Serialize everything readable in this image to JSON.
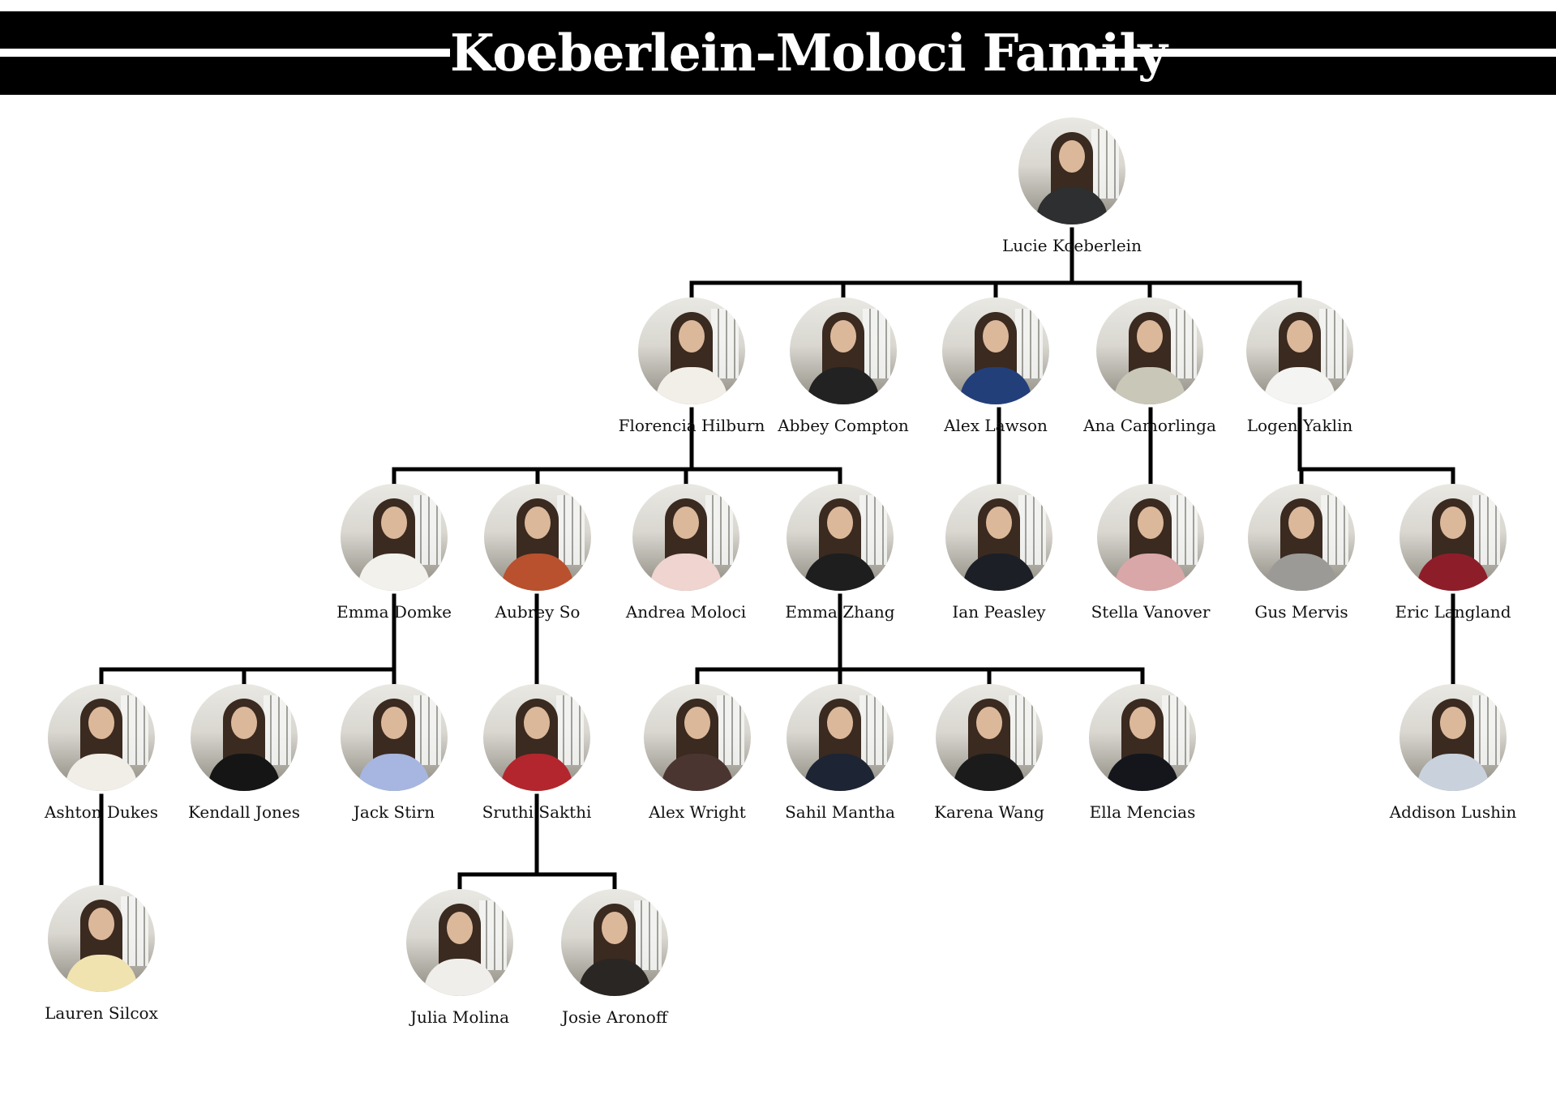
{
  "title": "Koeberlein-Moloci Family",
  "people": [
    {
      "id": "lucie",
      "name": "Lucie Koeberlein",
      "parent": null,
      "top": "#2d2f30"
    },
    {
      "id": "florencia",
      "name": "Florencia Hilburn",
      "parent": "lucie",
      "top": "#f2efe9"
    },
    {
      "id": "abbey",
      "name": "Abbey Compton",
      "parent": "lucie",
      "top": "#222222"
    },
    {
      "id": "alexl",
      "name": "Alex Lawson",
      "parent": "lucie",
      "top": "#233f7a"
    },
    {
      "id": "ana",
      "name": "Ana Camorlinga",
      "parent": "lucie",
      "top": "#c9c7b8"
    },
    {
      "id": "logen",
      "name": "Logen Yaklin",
      "parent": "lucie",
      "top": "#f4f4f2"
    },
    {
      "id": "emmad",
      "name": "Emma Domke",
      "parent": "florencia",
      "top": "#f3f1ec"
    },
    {
      "id": "aubrey",
      "name": "Aubrey So",
      "parent": "florencia",
      "top": "#b9502e"
    },
    {
      "id": "andrea",
      "name": "Andrea Moloci",
      "parent": "florencia",
      "top": "#efd4cf"
    },
    {
      "id": "emmaz",
      "name": "Emma Zhang",
      "parent": "florencia",
      "top": "#1e1e1e"
    },
    {
      "id": "ian",
      "name": "Ian Peasley",
      "parent": "alexl",
      "top": "#1c1f26"
    },
    {
      "id": "stella",
      "name": "Stella Vanover",
      "parent": "ana",
      "top": "#d9a7a8"
    },
    {
      "id": "gus",
      "name": "Gus Mervis",
      "parent": "logen",
      "top": "#9b9a96"
    },
    {
      "id": "eric",
      "name": "Eric Langland",
      "parent": "logen",
      "top": "#8e1d2a"
    },
    {
      "id": "ashton",
      "name": "Ashton Dukes",
      "parent": "emmad",
      "top": "#f1eee8"
    },
    {
      "id": "kendall",
      "name": "Kendall Jones",
      "parent": "emmad",
      "top": "#151515"
    },
    {
      "id": "jack",
      "name": "Jack Stirn",
      "parent": "emmad",
      "top": "#a7b6e0"
    },
    {
      "id": "sruthi",
      "name": "Sruthi Sakthi",
      "parent": "aubrey",
      "top": "#b3262d"
    },
    {
      "id": "alexw",
      "name": "Alex Wright",
      "parent": "emmaz",
      "top": "#4b3530"
    },
    {
      "id": "sahil",
      "name": "Sahil Mantha",
      "parent": "emmaz",
      "top": "#1d2434"
    },
    {
      "id": "karena",
      "name": "Karena Wang",
      "parent": "emmaz",
      "top": "#1b1b1b"
    },
    {
      "id": "ella",
      "name": "Ella Mencias",
      "parent": "emmaz",
      "top": "#14161c"
    },
    {
      "id": "addison",
      "name": "Addison Lushin",
      "parent": "eric",
      "top": "#c9d2dc"
    },
    {
      "id": "lauren",
      "name": "Lauren Silcox",
      "parent": "ashton",
      "top": "#f1e3b0"
    },
    {
      "id": "julia",
      "name": "Julia Molina",
      "parent": "sruthi",
      "top": "#f0eeea"
    },
    {
      "id": "josie",
      "name": "Josie Aronoff",
      "parent": "sruthi",
      "top": "#2a2624"
    }
  ]
}
